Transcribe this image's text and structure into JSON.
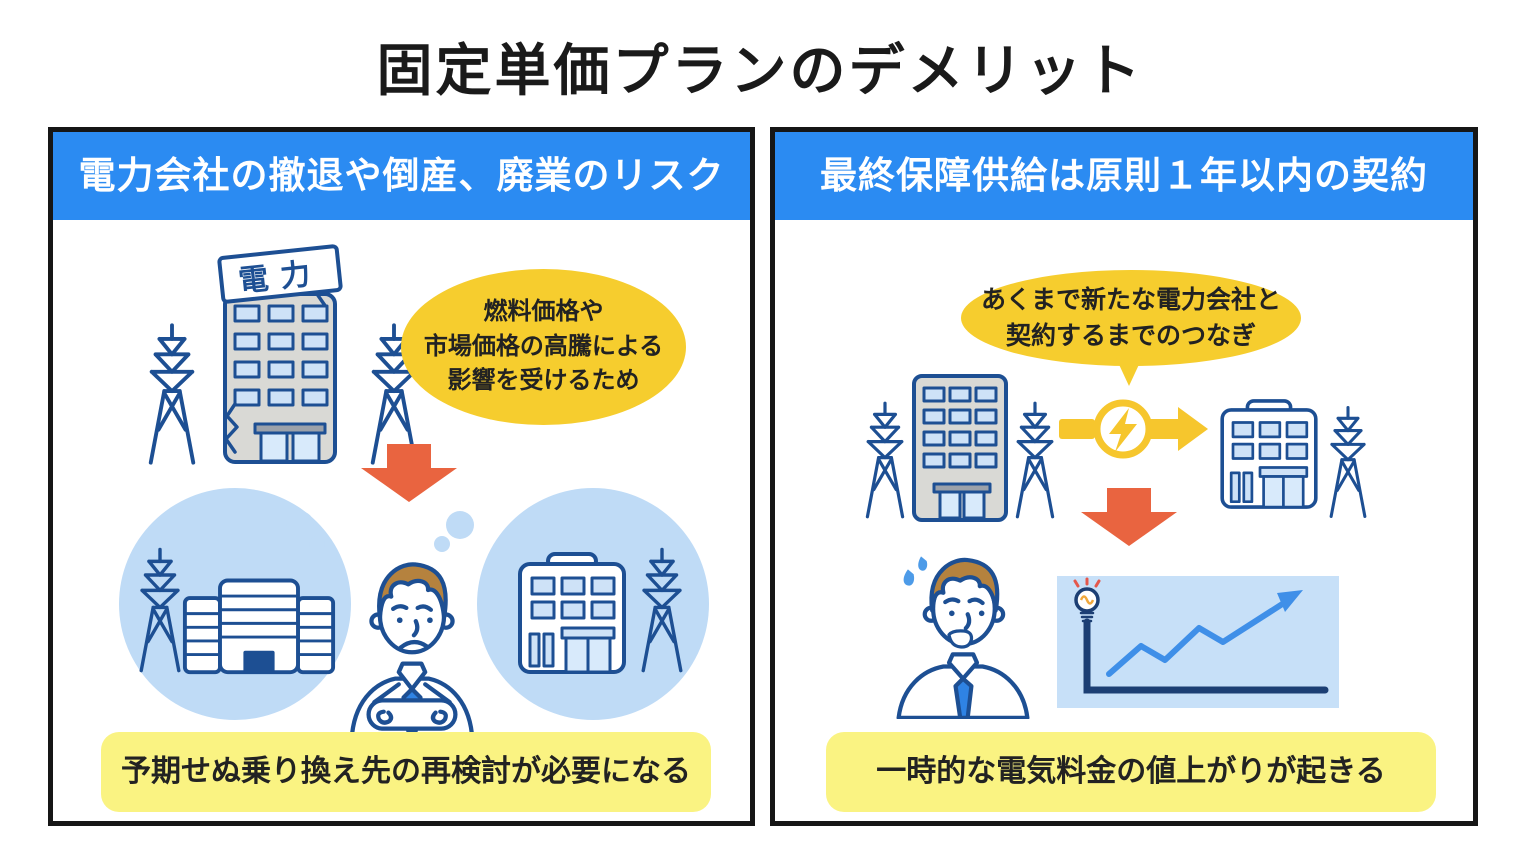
{
  "title": "固定単価プランのデメリット",
  "palette": {
    "header_blue": "#2b8bf2",
    "outline_navy": "#1d4f93",
    "bubble_yellow": "#f6cd2e",
    "highlight_yellow": "#faf382",
    "arrow_orange": "#e96440",
    "accent_gold": "#f6c62d",
    "thought_light_blue": "#bfdbf6",
    "chart_line_blue": "#3f8fe8"
  },
  "left_panel": {
    "header": "電力会社の撤退や倒産、廃業のリスク",
    "building_sign": "電力",
    "bubble_lines": [
      "燃料価格や",
      "市場価格の高騰による",
      "影響を受けるため"
    ],
    "conclusion": "予期せぬ乗り換え先の再検討が必要になる"
  },
  "right_panel": {
    "header": "最終保障供給は原則１年以内の契約",
    "bubble_lines": [
      "あくまで新たな電力会社と",
      "契約するまでのつなぎ"
    ],
    "conclusion": "一時的な電気料金の値上がりが起きる"
  }
}
